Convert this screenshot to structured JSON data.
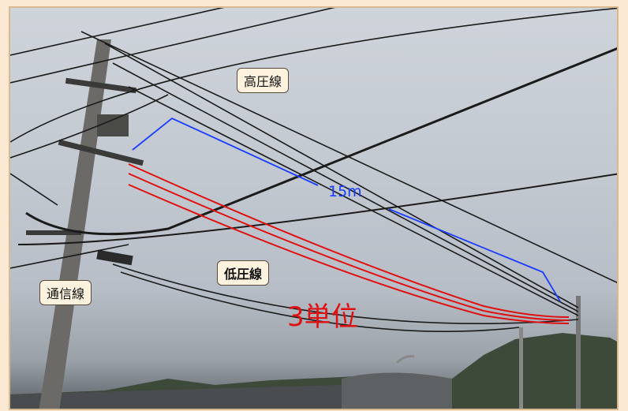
{
  "labels": {
    "high_voltage": "高圧線",
    "low_voltage": "低圧線",
    "telecom": "通信線",
    "distance": "15m",
    "units": "3単位"
  },
  "colors": {
    "background": "#fbe9d3",
    "distance_line": "#1a3cff",
    "low_voltage_lines": "#e01010",
    "callout_fill": "#fff3df"
  }
}
